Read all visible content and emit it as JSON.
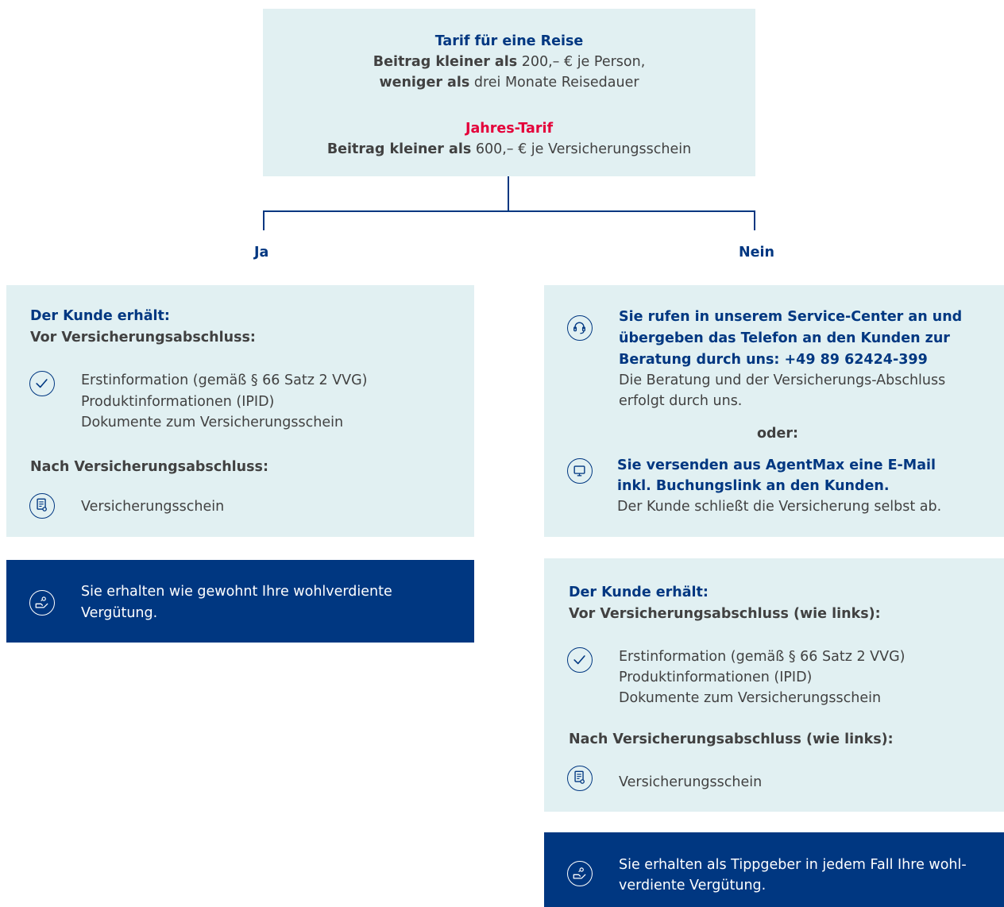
{
  "top": {
    "reise_title": "Tarif für eine Reise",
    "reise_line1_bold": "Beitrag kleiner als",
    "reise_line1_rest": " 200,– € je Person,",
    "reise_line2_bold": "weniger als",
    "reise_line2_rest": " drei Monate Reisedauer",
    "jahres_title": "Jahres-Tarif",
    "jahres_line_bold": "Beitrag kleiner als",
    "jahres_line_rest": " 600,– € je Versicherungsschein"
  },
  "branches": {
    "yes": "Ja",
    "no": "Nein"
  },
  "left": {
    "heading": "Der Kunde erhält:",
    "before_label": "Vor Versicherungsabschluss:",
    "before_items": [
      "Erstinformation (gemäß § 66 Satz 2 VVG)",
      "Produktinformationen (IPID)",
      "Dokumente zum Versicherungsschein"
    ],
    "after_label": "Nach Versicherungsabschluss:",
    "after_item": "Versicherungsschein",
    "reward_line1": "Sie erhalten wie gewohnt Ihre wohlverdiente",
    "reward_line2": "Vergütung."
  },
  "right": {
    "call_bold": [
      "Sie rufen in unserem Service-Center an und",
      "übergeben das Telefon an den Kunden zur",
      "Beratung durch uns: +49 89 62424-399"
    ],
    "call_text": [
      "Die Beratung und der Versicherungs-Abschluss",
      "erfolgt durch uns."
    ],
    "oder": "oder:",
    "mail_bold": [
      "Sie versenden aus AgentMax eine E-Mail",
      "inkl. Buchungslink an den Kunden."
    ],
    "mail_text": "Der Kunde schließt die Versicherung selbst ab.",
    "heading": "Der Kunde erhält:",
    "before_label": "Vor Versicherungsabschluss (wie links):",
    "before_items": [
      "Erstinformation (gemäß § 66 Satz 2 VVG)",
      "Produktinformationen (IPID)",
      "Dokumente zum Versicherungsschein"
    ],
    "after_label": "Nach Versicherungsabschluss (wie links):",
    "after_item": "Versicherungsschein",
    "reward_line1": "Sie erhalten als Tippgeber in jedem Fall Ihre wohl-",
    "reward_line2": "verdiente Vergütung."
  },
  "icons": {
    "check": "check-circle-icon",
    "document": "certificate-document-icon",
    "headset": "headset-icon",
    "monitor": "monitor-icon",
    "reward": "hand-coin-icon"
  },
  "colors": {
    "navy": "#003781",
    "light_teal": "#e1f0f2",
    "accent_red": "#e4003a",
    "text": "#414141"
  }
}
